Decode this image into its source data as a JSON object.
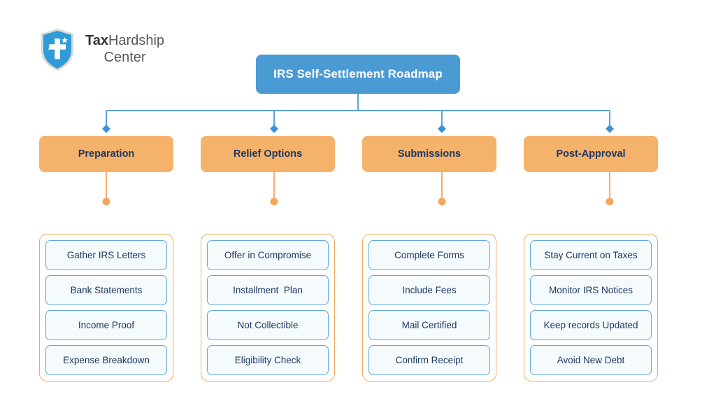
{
  "brand": {
    "name_bold": "Tax",
    "name_regular": "Hardship",
    "name_line2": "Center",
    "logo_icon": "shield-cross-star-icon"
  },
  "colors": {
    "root_blue": "#4a9ad4",
    "header_orange": "#f5b26b",
    "container_border_orange": "#f0a95d",
    "item_border_blue": "#62a8dd",
    "item_fill": "#f5fafd",
    "text_navy": "#1f3864",
    "connector_blue": "#5ba3da",
    "connector_orange": "#f4ae6a",
    "brand_gray": "#58595b"
  },
  "diagram": {
    "title": "IRS Self-Settlement Roadmap",
    "columns": [
      {
        "header": "Preparation",
        "items": [
          "Gather IRS Letters",
          "Bank Statements",
          "Income Proof",
          "Expense Breakdown"
        ]
      },
      {
        "header": "Relief Options",
        "items": [
          "Offer in Compromise",
          "Installment  Plan",
          "Not Collectible",
          "Eligibility Check"
        ]
      },
      {
        "header": "Submissions",
        "items": [
          "Complete Forms",
          "Include Fees",
          "Mail Certified",
          "Confirm Receipt"
        ]
      },
      {
        "header": "Post-Approval",
        "items": [
          "Stay Current on Taxes",
          "Monitor IRS Notices",
          "Keep records Updated",
          "Avoid New Debt"
        ]
      }
    ]
  }
}
